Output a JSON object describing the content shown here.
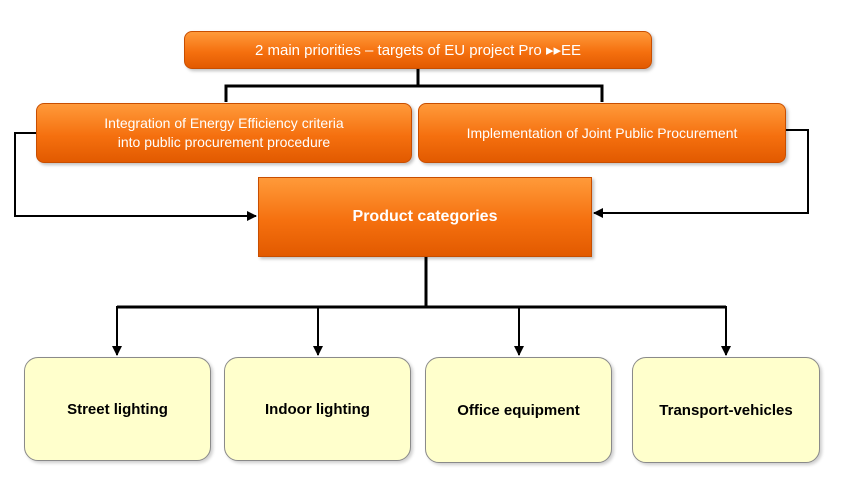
{
  "title": "2 main priorities – targets of EU project Pro ▸▸EE",
  "priorities": [
    {
      "line1": "Integration of Energy Efficiency criteria",
      "line2": "into public procurement  procedure"
    },
    {
      "line1": "Implementation of Joint Public Procurement",
      "line2": ""
    }
  ],
  "center": {
    "label": "Product categories"
  },
  "categories": [
    {
      "label": "Street lighting"
    },
    {
      "label": "Indoor lighting"
    },
    {
      "label": "Office equipment"
    },
    {
      "label": "Transport-vehicles"
    }
  ],
  "colors": {
    "orange_top": "#ff9a3a",
    "orange_bottom": "#e25a00",
    "category_fill": "#ffffcc",
    "connector": "#000000"
  }
}
